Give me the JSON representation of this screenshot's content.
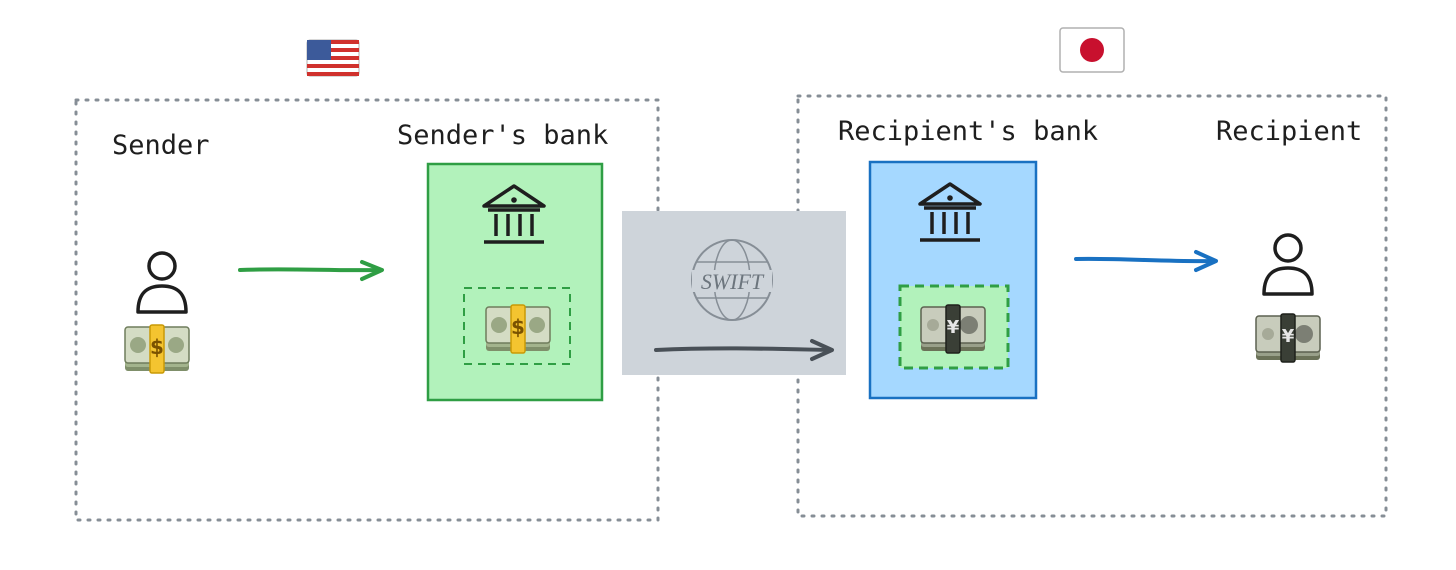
{
  "labels": {
    "sender": "Sender",
    "sender_bank": "Sender's bank",
    "recipient_bank": "Recipient's bank",
    "recipient": "Recipient",
    "swift": "SWIFT"
  },
  "currency_symbols": {
    "usd": "$",
    "jpy": "¥"
  },
  "colors": {
    "sender_bank_fill": "#b2f2bb",
    "sender_bank_stroke": "#2f9e44",
    "recipient_bank_fill": "#a5d8ff",
    "recipient_bank_stroke": "#1971c2",
    "swift_fill": "#ced4da",
    "green_arrow": "#2f9e44",
    "blue_arrow": "#1971c2",
    "gray_arrow": "#495057",
    "dotted_border": "#868e96"
  }
}
